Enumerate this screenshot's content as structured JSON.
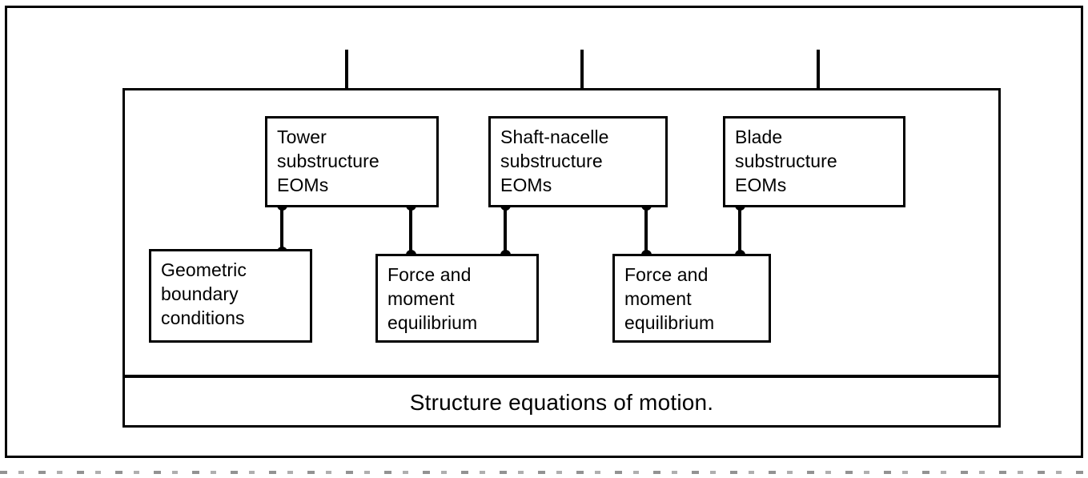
{
  "diagram": {
    "caption": "Structure equations of motion.",
    "nodes": {
      "tower": "Tower\nsubstructure\nEOMs",
      "shaft_nacelle": "Shaft-nacelle\nsubstructure\nEOMs",
      "blade": "Blade\nsubstructure\nEOMs",
      "geometric_bc": "Geometric\nboundary\nconditions",
      "force_moment_1": "Force and\nmoment\nequilibrium",
      "force_moment_2": "Force and\nmoment\nequilibrium"
    },
    "colors": {
      "stroke": "#000000",
      "background": "#ffffff"
    },
    "arrows": {
      "count": 3,
      "direction": "down",
      "targets": [
        "tower",
        "shaft_nacelle",
        "blade"
      ]
    },
    "connectors": [
      {
        "from": "tower",
        "to": "geometric_bc"
      },
      {
        "from": "tower",
        "to": "force_moment_1"
      },
      {
        "from": "shaft_nacelle",
        "to": "force_moment_1"
      },
      {
        "from": "shaft_nacelle",
        "to": "force_moment_2"
      },
      {
        "from": "blade",
        "to": "force_moment_2"
      }
    ]
  }
}
